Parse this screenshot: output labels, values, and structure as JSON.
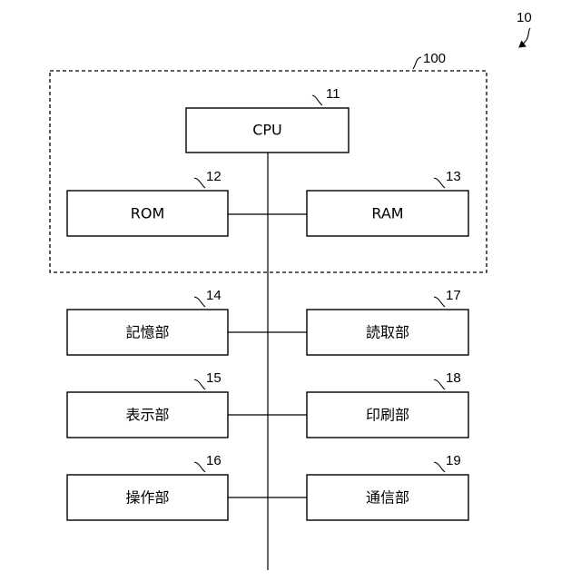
{
  "diagram": {
    "system_ref": "10",
    "group_ref": "100",
    "components": [
      {
        "id": "cpu",
        "ref": "11",
        "label": "CPU"
      },
      {
        "id": "rom",
        "ref": "12",
        "label": "ROM"
      },
      {
        "id": "ram",
        "ref": "13",
        "label": "RAM"
      },
      {
        "id": "storage",
        "ref": "14",
        "label": "記憶部"
      },
      {
        "id": "display",
        "ref": "15",
        "label": "表示部"
      },
      {
        "id": "operation",
        "ref": "16",
        "label": "操作部"
      },
      {
        "id": "reading",
        "ref": "17",
        "label": "読取部"
      },
      {
        "id": "printing",
        "ref": "18",
        "label": "印刷部"
      },
      {
        "id": "communication",
        "ref": "19",
        "label": "通信部"
      }
    ]
  }
}
